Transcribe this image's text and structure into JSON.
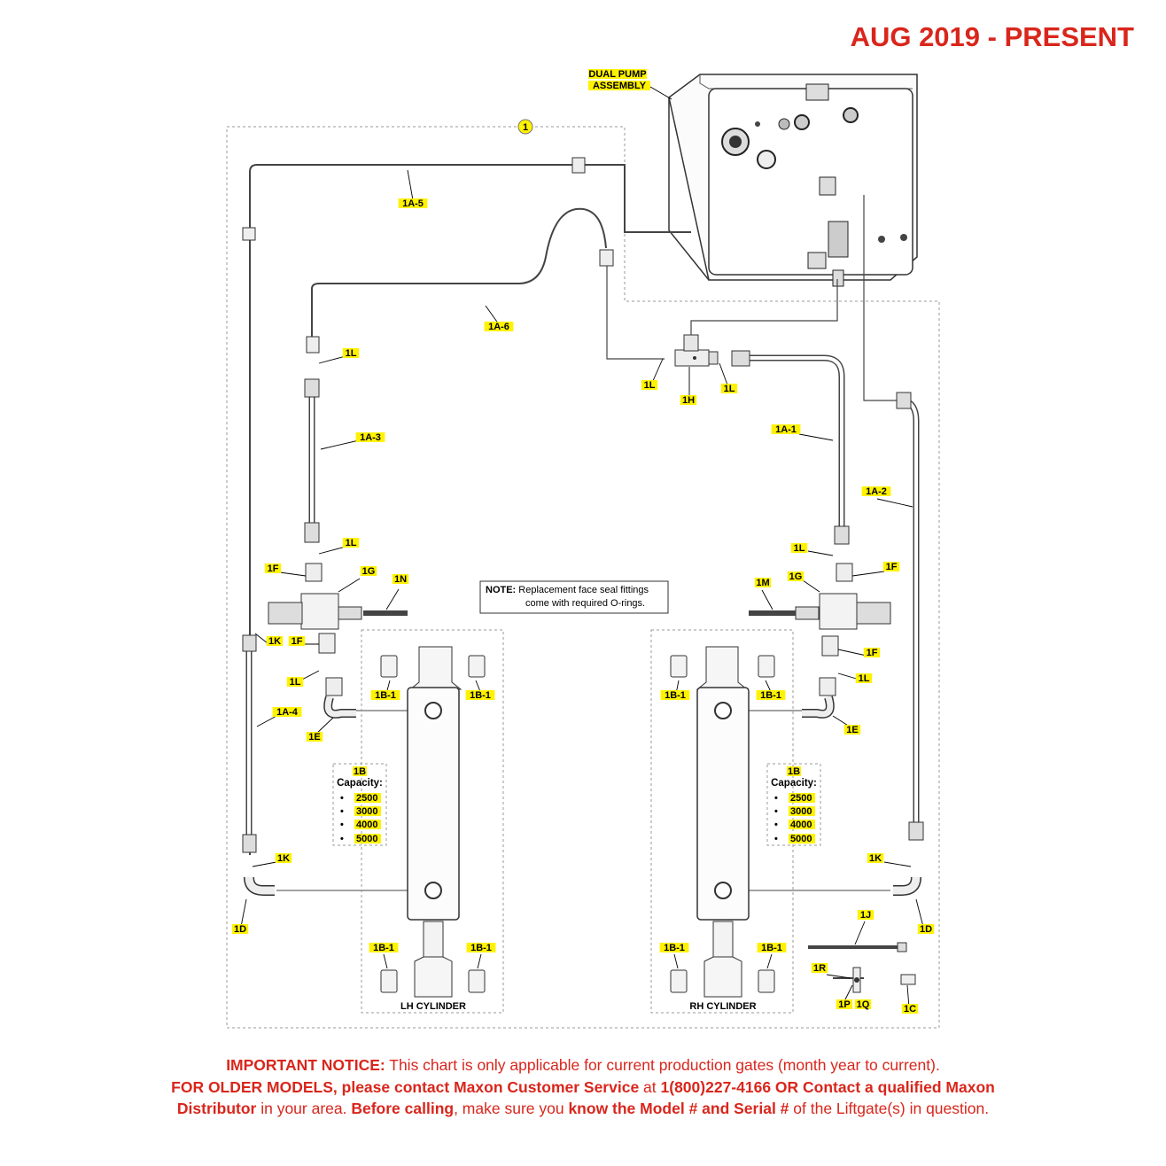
{
  "header": {
    "date_range": "AUG 2019 - PRESENT"
  },
  "notice": {
    "line1_bold": "IMPORTANT NOTICE:",
    "line1_rest": " This chart is only applicable for current production gates (month year to current).",
    "line2_bold": "FOR OLDER MODELS, please contact Maxon Customer Service",
    "line2_mid": " at ",
    "line2_phone": "1(800)227-4166 OR Contact a qualified Maxon",
    "line3_bold1": "Distributor",
    "line3_mid1": " in your area. ",
    "line3_bold2": "Before calling",
    "line3_mid2": ", make sure you ",
    "line3_bold3": "know the Model # and Serial #",
    "line3_rest": " of the Liftgate(s) in question."
  },
  "diagram": {
    "pump_label_line1": "DUAL PUMP",
    "pump_label_line2": "ASSEMBLY",
    "note_bold": "NOTE:",
    "note_line1": " Replacement face seal fittings",
    "note_line2": "come with required O-rings.",
    "lh_cylinder": "LH CYLINDER",
    "rh_cylinder": "RH CYLINDER",
    "capacity_title": "1B",
    "capacity_label": "Capacity:",
    "capacities": [
      "2500",
      "3000",
      "4000",
      "5000"
    ],
    "bullet": "•",
    "callouts": {
      "c1": "1",
      "c1a5": "1A-5",
      "c1a6": "1A-6",
      "c1a3": "1A-3",
      "c1a1": "1A-1",
      "c1a2": "1A-2",
      "c1a4": "1A-4",
      "c1l": "1L",
      "c1h": "1H",
      "c1f": "1F",
      "c1g": "1G",
      "c1n": "1N",
      "c1m": "1M",
      "c1k": "1K",
      "c1e": "1E",
      "c1d": "1D",
      "c1b1": "1B-1",
      "c1j": "1J",
      "c1r": "1R",
      "c1p": "1P",
      "c1q": "1Q",
      "c1c": "1C"
    }
  }
}
